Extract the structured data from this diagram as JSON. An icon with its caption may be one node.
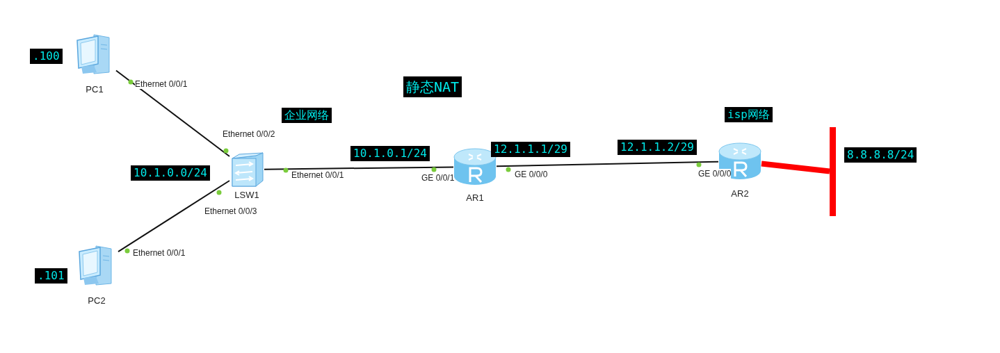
{
  "diagram": {
    "title": "静态NAT",
    "nodes": [
      {
        "text": [
          "PC1"
        ],
        "beside": [
          ".100"
        ]
      },
      {
        "text": [
          "PC2"
        ],
        "beside": [
          ".101"
        ]
      },
      {
        "text": [
          "LSW1"
        ]
      },
      {
        "text": [
          "AR1"
        ],
        "beside": [
          "10.1.0.1/24",
          "12.1.1.1/29"
        ]
      },
      {
        "text": [
          "AR2"
        ],
        "beside": [
          "12.1.1.2/29"
        ]
      },
      {
        "text": [],
        "shape": "bar",
        "beside": [
          "8.8.8.8/24"
        ]
      }
    ],
    "edges": [
      {
        "from": 0,
        "to": 2,
        "arrow": "none"
      },
      {
        "from": 1,
        "to": 2,
        "arrow": "none"
      },
      {
        "from": 2,
        "to": 3,
        "arrow": "none"
      },
      {
        "from": 3,
        "to": 4,
        "arrow": "none"
      },
      {
        "from": 4,
        "to": 5,
        "arrow": "none",
        "style": "thick",
        "color": "#ff0000"
      }
    ],
    "labels": [
      "Ethernet 0/0/1",
      "企业网络",
      "Ethernet 0/0/2",
      "isp网络",
      "10.1.0.0/24",
      "Ethernet 0/0/1",
      "GE 0/0/1",
      "GE 0/0/0",
      "GE 0/0/0",
      "Ethernet 0/0/3",
      "Ethernet 0/0/1"
    ]
  }
}
